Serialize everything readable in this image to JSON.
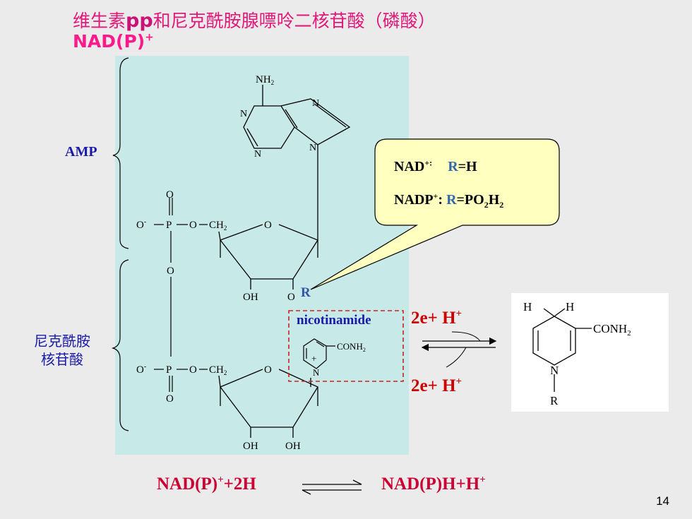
{
  "title": {
    "line1_a": "维生素",
    "line1_pp": "pp",
    "line1_b": "和尼克酰胺腺嘌呤二核苷酸（磷酸）",
    "line2": "NAD(P)",
    "line2_sup": "+"
  },
  "labels": {
    "amp": "AMP",
    "nmn_line1": "尼克酰胺",
    "nmn_line2": "核苷酸",
    "r_group": "R",
    "nicotinamide": "nicotinamide"
  },
  "callout": {
    "row1_name": "NAD",
    "row1_sup": "+:",
    "row1_r": "R",
    "row1_val": "=H",
    "row2_name": "NADP",
    "row2_sup": "+",
    "row2_colon": ":",
    "row2_r": "R",
    "row2_val_a": "=PO",
    "row2_sub1": "2",
    "row2_val_b": "H",
    "row2_sub2": "2"
  },
  "reaction": {
    "top": "2e+ H",
    "top_sup": "+",
    "bottom": "2e+ H",
    "bottom_sup": "+"
  },
  "equation": {
    "left": "NAD(P)",
    "left_sup": "+",
    "left_b": "+2H",
    "right": "NAD(P)H+H",
    "right_sup": "+"
  },
  "structure": {
    "nh2": "NH",
    "nh2_sub": "2",
    "n": "N",
    "o": "O",
    "o_minus": "O",
    "minus": "-",
    "p": "P",
    "ch2": "CH",
    "ch2_sub": "2",
    "oh": "OH",
    "conh2": "CONH",
    "conh2_sub": "2",
    "plus": "+",
    "h": "H",
    "r": "R"
  },
  "page_number": "14",
  "colors": {
    "background": "#ebebeb",
    "panel": "#c7e9e7",
    "title_magenta": "#e0197a",
    "label_blue": "#1a1aaa",
    "callout_fill": "#ffffc0",
    "red": "#cc0000",
    "dashed_box": "#cc2222"
  }
}
